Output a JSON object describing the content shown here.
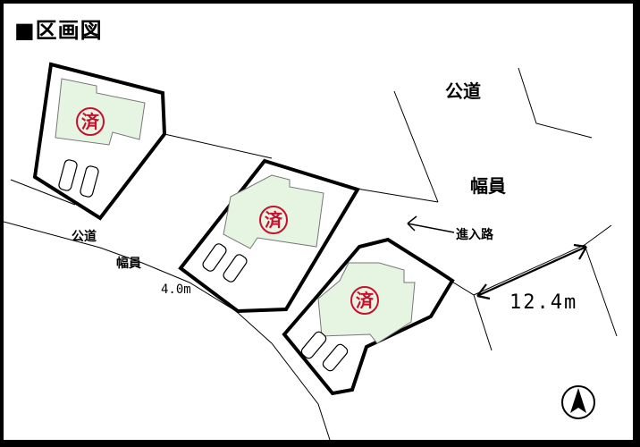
{
  "title": "■区画図",
  "lots": [
    {
      "seal": "済"
    },
    {
      "seal": "済"
    },
    {
      "seal": "済"
    }
  ],
  "labels": {
    "public_road_right": "公道",
    "width_right": "幅員",
    "entry_road": "進入路",
    "width_value_right": "12.4m",
    "public_road_left": "公道",
    "width_left": "幅員",
    "width_value_left": "4.0m"
  },
  "colors": {
    "lot_border": "#000000",
    "house_fill": "#e6f4e2",
    "seal_red": "#c8102e"
  },
  "icons": {
    "compass": "north-arrow-icon",
    "car": "car-outline-icon"
  }
}
